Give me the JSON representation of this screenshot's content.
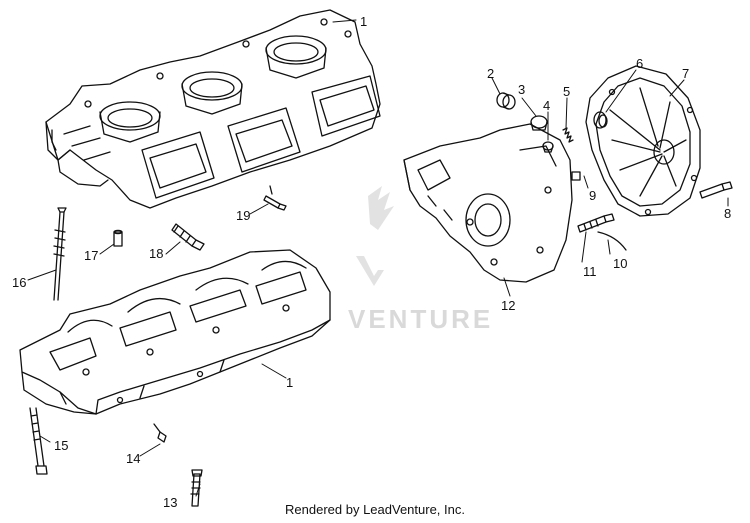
{
  "diagram": {
    "watermark": {
      "text": "VENTURE",
      "color": "#d9d9d9"
    },
    "footer_text": "Rendered by LeadVenture, Inc.",
    "callouts": {
      "c1_top": "1",
      "c1_bottom": "1",
      "c2": "2",
      "c3": "3",
      "c4": "4",
      "c5": "5",
      "c6": "6",
      "c7": "7",
      "c8": "8",
      "c9": "9",
      "c10": "10",
      "c11": "11",
      "c12": "12",
      "c13": "13",
      "c14": "14",
      "c15": "15",
      "c16": "16",
      "c17": "17",
      "c18": "18",
      "c19": "19"
    },
    "colors": {
      "ink": "#111111",
      "paper": "#ffffff"
    }
  }
}
